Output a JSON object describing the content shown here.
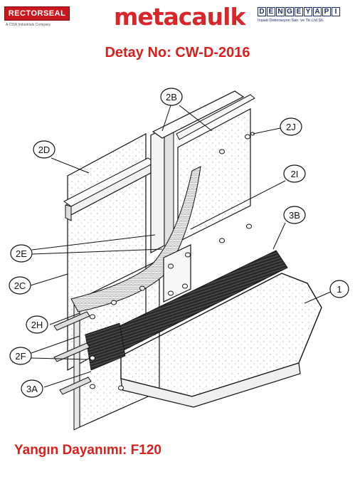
{
  "logos": {
    "rectorseal": {
      "name": "RECTORSEAL",
      "subtitle": "A CSW Industrials Company"
    },
    "metacaulk": {
      "name": "metacaulk"
    },
    "dengeyapi": {
      "letters": [
        "D",
        "E",
        "N",
        "G",
        "E",
        "Y",
        "A",
        "P",
        "I"
      ],
      "subtitle": "İnşaat Dekorasyon San. ve Tic.Ltd.Şti."
    }
  },
  "detail_title": "Detay No: CW-D-2016",
  "fire_rating": "Yangın Dayanımı: F120",
  "callouts": [
    "2B",
    "2J",
    "2D",
    "2I",
    "3B",
    "2E",
    "2C",
    "1",
    "2H",
    "2F",
    "3A"
  ],
  "colors": {
    "title_red": "#d8201c",
    "brand_red": "#c8171e",
    "brand_navy": "#1c2c6e"
  }
}
